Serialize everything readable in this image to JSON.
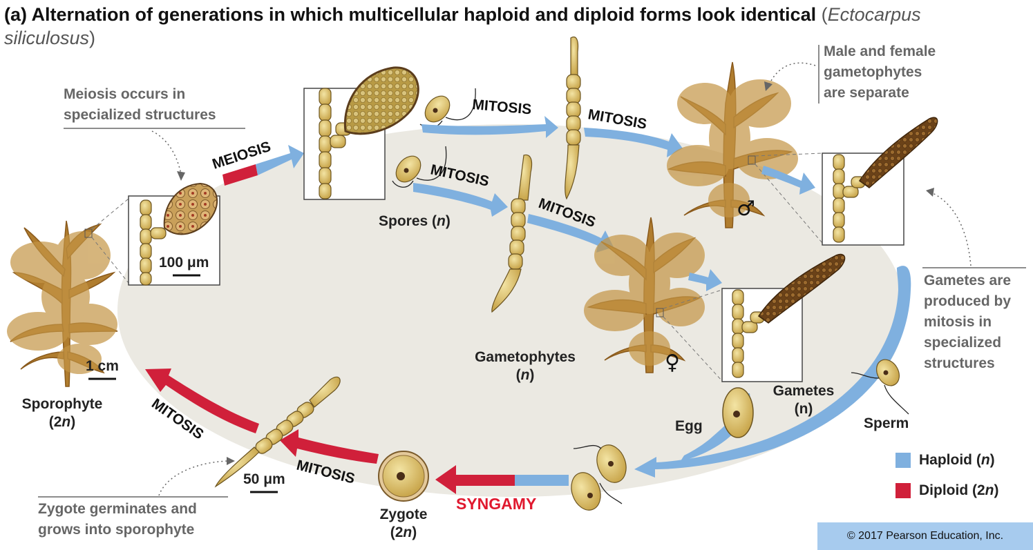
{
  "title": {
    "main": "(a) Alternation of generations in which multicellular haploid and diploid forms look identical",
    "species_open": "(",
    "species": "Ectocarpus siliculosus",
    "species_close": ")"
  },
  "process_labels": {
    "meiosis": "MEIOSIS",
    "mitosis": "MITOSIS",
    "syngamy": "SYNGAMY"
  },
  "stage_labels": {
    "spores": "Spores (",
    "spores_n": "n",
    "close": ")",
    "gametophytes": "Gametophytes",
    "gametophytes_n": "n",
    "sporophyte": "Sporophyte",
    "sporophyte_ploidy": "2",
    "sporophyte_n": "n",
    "zygote": "Zygote",
    "zygote_ploidy": "2",
    "zygote_n": "n",
    "gametes": "Gametes",
    "gametes_n": "(n)",
    "egg": "Egg",
    "sperm": "Sperm",
    "open": "(",
    "male_symbol": "♂",
    "female_symbol": "♀"
  },
  "scale_bars": {
    "micro100": "100 μm",
    "cm1": "1 cm",
    "micro50": "50 μm"
  },
  "notes": {
    "meiosis_line1": "Meiosis occurs in",
    "meiosis_line2": "specialized structures",
    "separate_line1": "Male and female",
    "separate_line2": "gametophytes",
    "separate_line3": "are separate",
    "gametes_line1": "Gametes are",
    "gametes_line2": "produced by",
    "gametes_line3": "mitosis in",
    "gametes_line4": "specialized",
    "gametes_line5": "structures",
    "zygote_line1": "Zygote germinates and",
    "zygote_line2": "grows into sporophyte"
  },
  "legend": {
    "haploid": "Haploid (",
    "haploid_n": "n",
    "diploid": "Diploid (2",
    "diploid_n": "n",
    "close": ")"
  },
  "copyright": "© 2017 Pearson Education, Inc.",
  "colors": {
    "haploid": "#7fb0df",
    "diploid": "#d0203a",
    "background_oval": "#ebe9e2",
    "alga": "#a9782a",
    "filament": "#d7bd63"
  }
}
